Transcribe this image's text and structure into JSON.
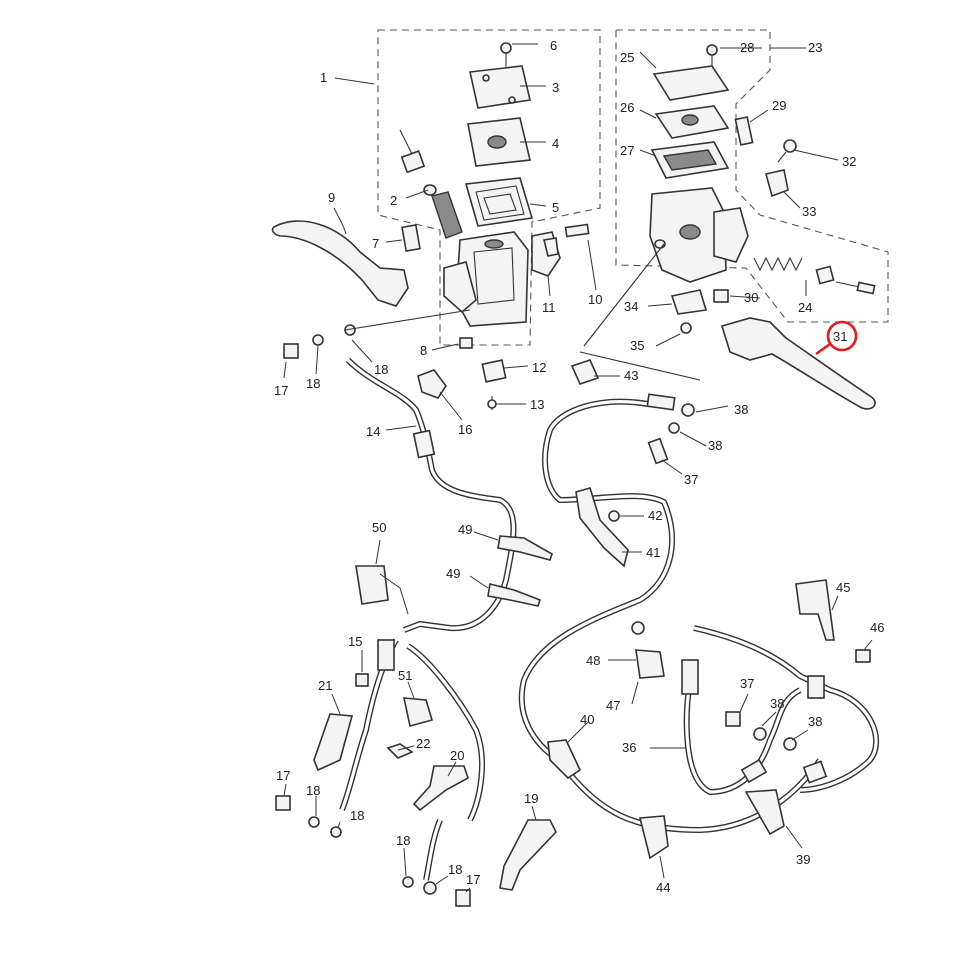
{
  "diagram": {
    "labels": [
      "1",
      "2",
      "3",
      "4",
      "5",
      "6",
      "7",
      "8",
      "9",
      "10",
      "11",
      "12",
      "13",
      "14",
      "15",
      "16",
      "17",
      "18",
      "19",
      "20",
      "21",
      "22",
      "23",
      "24",
      "25",
      "26",
      "27",
      "28",
      "29",
      "30",
      "31",
      "32",
      "33",
      "34",
      "35",
      "36",
      "37",
      "38",
      "39",
      "40",
      "41",
      "42",
      "43",
      "44",
      "45",
      "46",
      "47",
      "48",
      "49",
      "50",
      "51"
    ],
    "highlighted_label": "31",
    "colors": {
      "highlight": "#e31b1b",
      "line": "#333333",
      "background": "#ffffff"
    }
  }
}
